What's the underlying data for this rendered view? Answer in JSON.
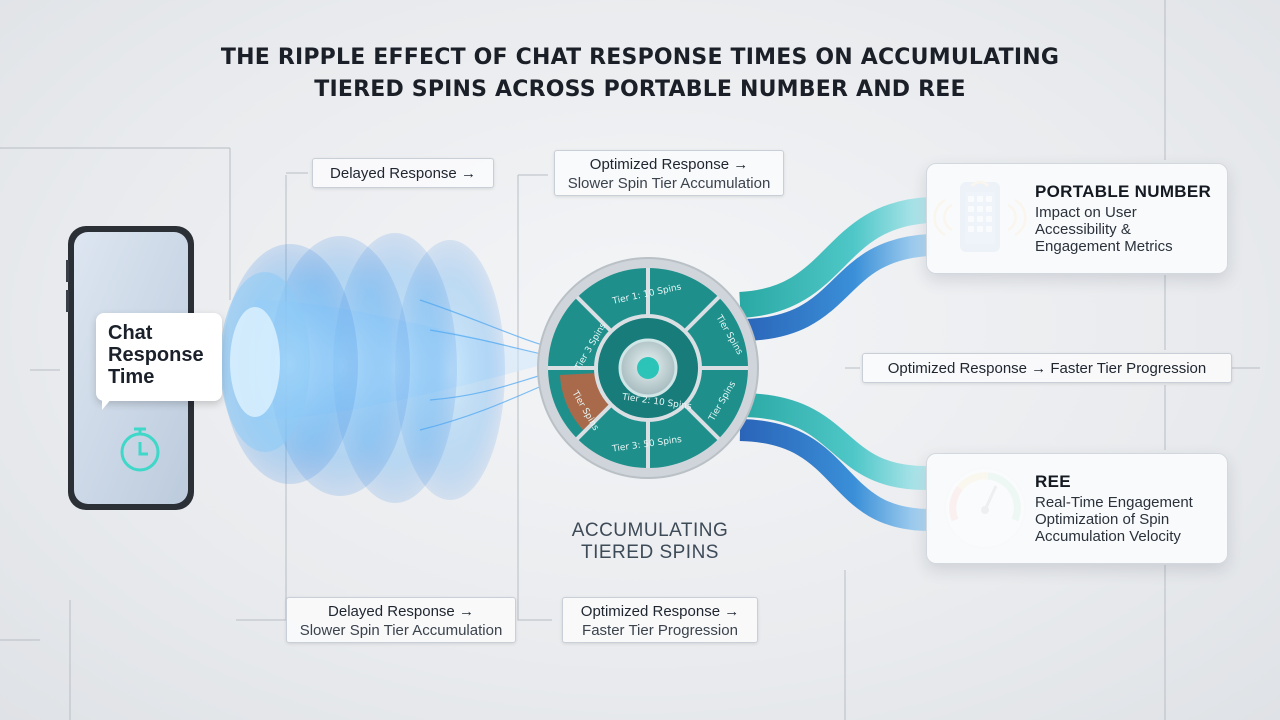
{
  "title_lines": [
    "THE RIPPLE EFFECT OF CHAT RESPONSE TIMES ON ACCUMULATING",
    "TIERED SPINS ACROSS PORTABLE NUMBER AND REE"
  ],
  "phone": {
    "bubble_lines": [
      "Chat",
      "Response",
      "Time"
    ],
    "icon": "stopwatch-icon"
  },
  "labels": {
    "top_delayed": "Delayed Response →",
    "top_optimized": [
      "Optimized Response →",
      "Slower Spin Tier Accumulation"
    ],
    "middle_right": "Optimized Response → Faster Tier Progression",
    "bottom_delayed": [
      "Delayed Response →",
      "Slower Spin Tier Accumulation"
    ],
    "bottom_optimized": [
      "Optimized Response →",
      "Faster Tier Progression"
    ]
  },
  "wheel": {
    "segments": [
      "Tier 1: 10 Spins",
      "Tier 2: 10 Spins",
      "Tier 3: 50 Spins"
    ],
    "side_segments": [
      "Tier 3 Spins",
      "Tier Spins",
      "Tier Spins",
      "Tier Spins"
    ],
    "caption_lines": [
      "ACCUMULATING",
      "TIERED SPINS"
    ]
  },
  "portable_number": {
    "title": "PORTABLE NUMBER",
    "text": "Impact on User\nAccessibility &\nEngagement Metrics",
    "icon": "phone-keypad-icon"
  },
  "ree": {
    "title": "REE",
    "text": "Real-Time Engagement\nOptimization of Spin\nAccumulation Velocity",
    "icon": "gauge-icon"
  },
  "colors": {
    "teal": "#1f9b98",
    "blue": "#2d73c8",
    "orange_accent": "#a86a4b",
    "ripple": "#3aa0f0"
  }
}
